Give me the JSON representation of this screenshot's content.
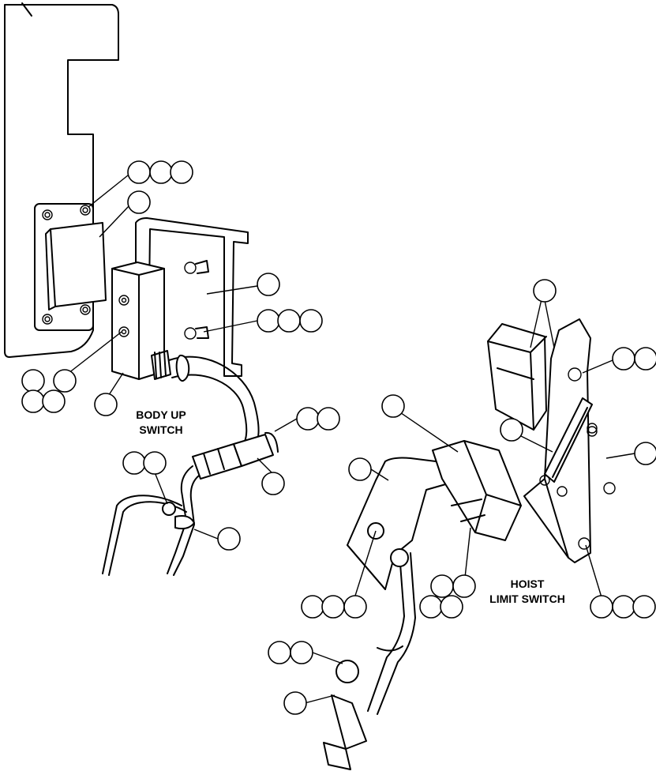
{
  "labels": {
    "body_up_line1": "BODY UP",
    "body_up_line2": "SWITCH",
    "hoist_line1": "HOIST",
    "hoist_line2": "LIMIT SWITCH"
  },
  "colors": {
    "line": "#000000",
    "background": "#ffffff"
  }
}
